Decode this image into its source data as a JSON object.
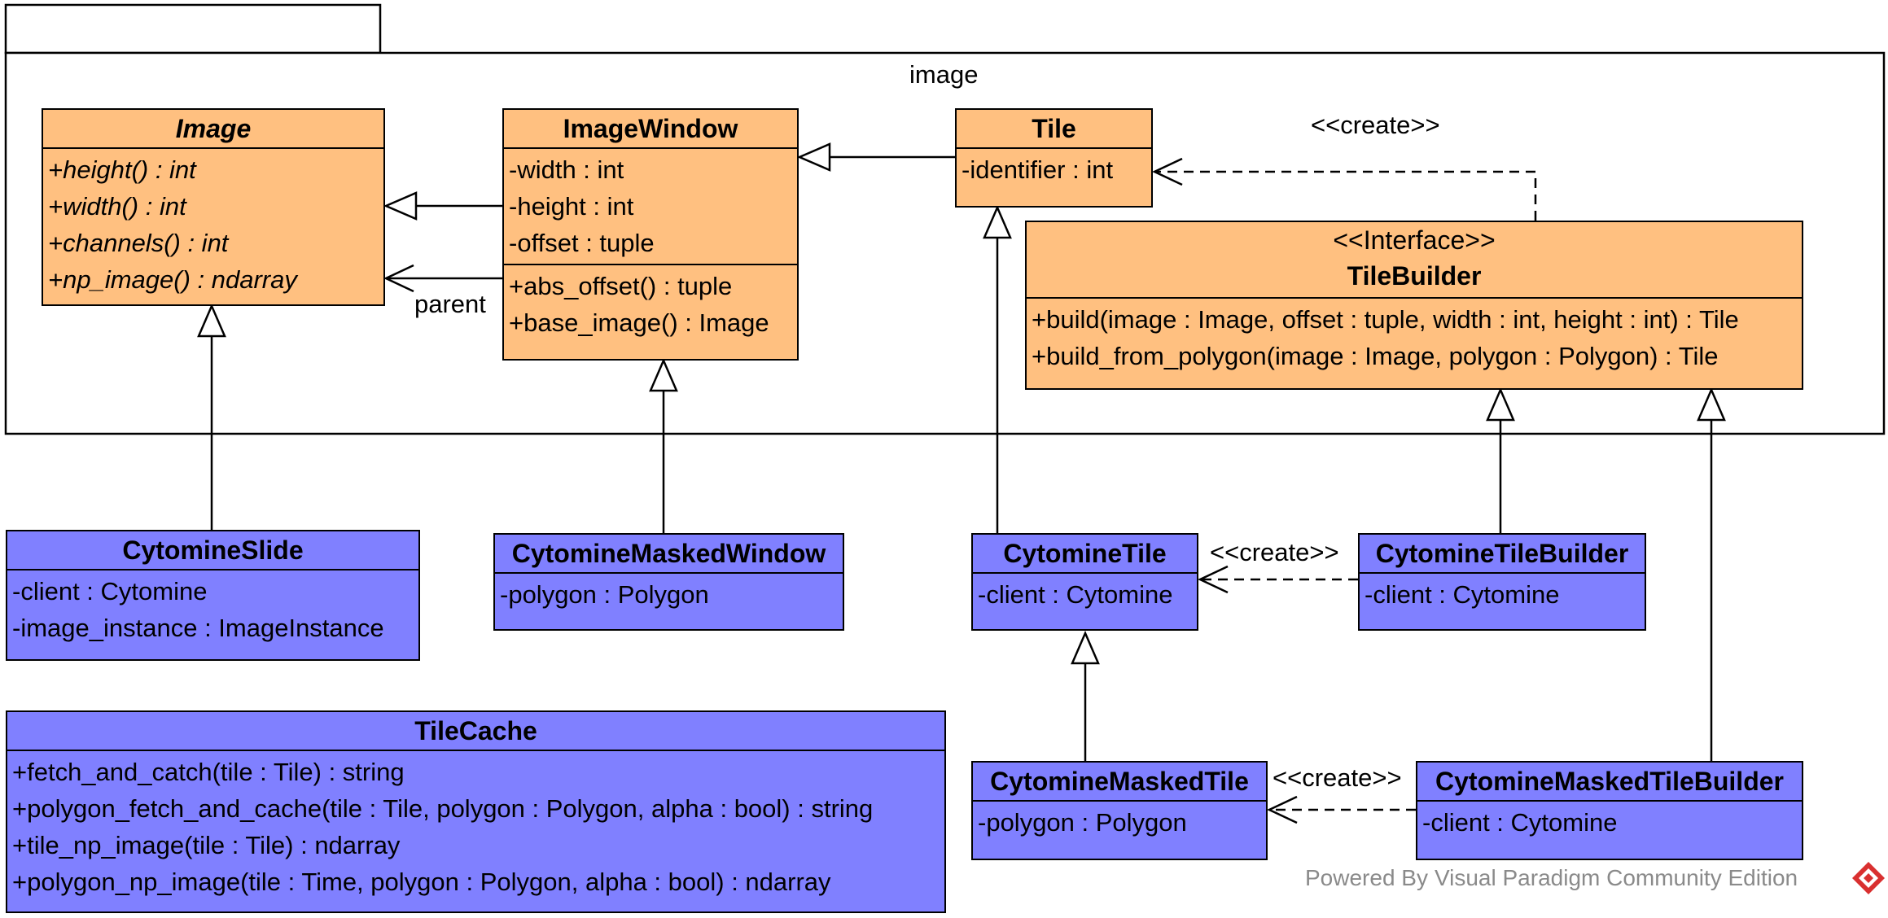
{
  "package": {
    "name": "image"
  },
  "classes": {
    "image": {
      "name": "Image",
      "methods": [
        "+height() : int",
        "+width() : int",
        "+channels() : int",
        "+np_image() : ndarray"
      ]
    },
    "image_window": {
      "name": "ImageWindow",
      "attributes": [
        "-width : int",
        "-height : int",
        "-offset : tuple"
      ],
      "methods": [
        "+abs_offset() : tuple",
        "+base_image() : Image"
      ]
    },
    "tile": {
      "name": "Tile",
      "attributes": [
        "-identifier : int"
      ]
    },
    "tile_builder": {
      "stereotype": "<<Interface>>",
      "name": "TileBuilder",
      "methods": [
        "+build(image : Image, offset : tuple, width : int, height : int) : Tile",
        "+build_from_polygon(image : Image, polygon : Polygon) : Tile"
      ]
    },
    "cytomine_slide": {
      "name": "CytomineSlide",
      "attributes": [
        "-client : Cytomine",
        "-image_instance : ImageInstance"
      ]
    },
    "cytomine_masked_window": {
      "name": "CytomineMaskedWindow",
      "attributes": [
        "-polygon : Polygon"
      ]
    },
    "cytomine_tile": {
      "name": "CytomineTile",
      "attributes": [
        "-client : Cytomine"
      ]
    },
    "cytomine_tile_builder": {
      "name": "CytomineTileBuilder",
      "attributes": [
        "-client : Cytomine"
      ]
    },
    "cytomine_masked_tile": {
      "name": "CytomineMaskedTile",
      "attributes": [
        "-polygon : Polygon"
      ]
    },
    "cytomine_masked_tile_builder": {
      "name": "CytomineMaskedTileBuilder",
      "attributes": [
        "-client : Cytomine"
      ]
    },
    "tile_cache": {
      "name": "TileCache",
      "methods": [
        "+fetch_and_catch(tile : Tile) : string",
        "+polygon_fetch_and_cache(tile : Tile, polygon : Polygon, alpha : bool) : string",
        "+tile_np_image(tile : Tile) : ndarray",
        "+polygon_np_image(tile : Time, polygon : Polygon, alpha : bool) : ndarray"
      ]
    }
  },
  "relations": {
    "parent_label": "parent",
    "create_label_top": "<<create>>",
    "create_label_tile": "<<create>>",
    "create_label_masked": "<<create>>"
  },
  "footer": {
    "powered_by": "Powered By",
    "product": "Visual Paradigm Community Edition"
  },
  "colors": {
    "interface_fill": "#ffc080",
    "impl_fill": "#8080ff"
  }
}
